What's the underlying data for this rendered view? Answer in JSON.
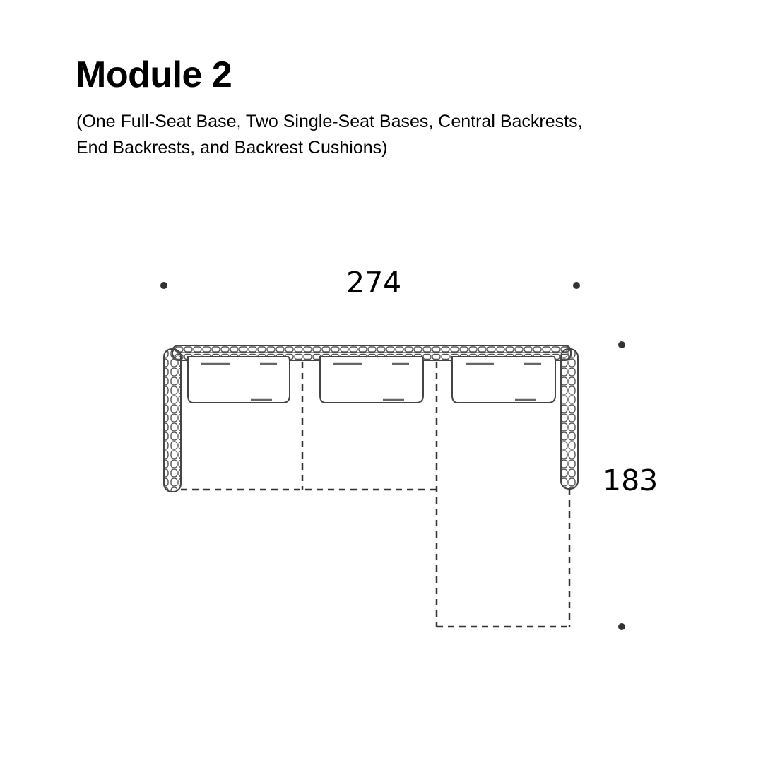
{
  "header": {
    "title": "Module 2",
    "subtitle_lines": [
      "(One Full-Seat Base, Two Single-Seat Bases, Central Backrests,",
      "End Backrests, and Backrest Cushions)"
    ]
  },
  "dimensions": {
    "width": "274",
    "depth": "183"
  }
}
